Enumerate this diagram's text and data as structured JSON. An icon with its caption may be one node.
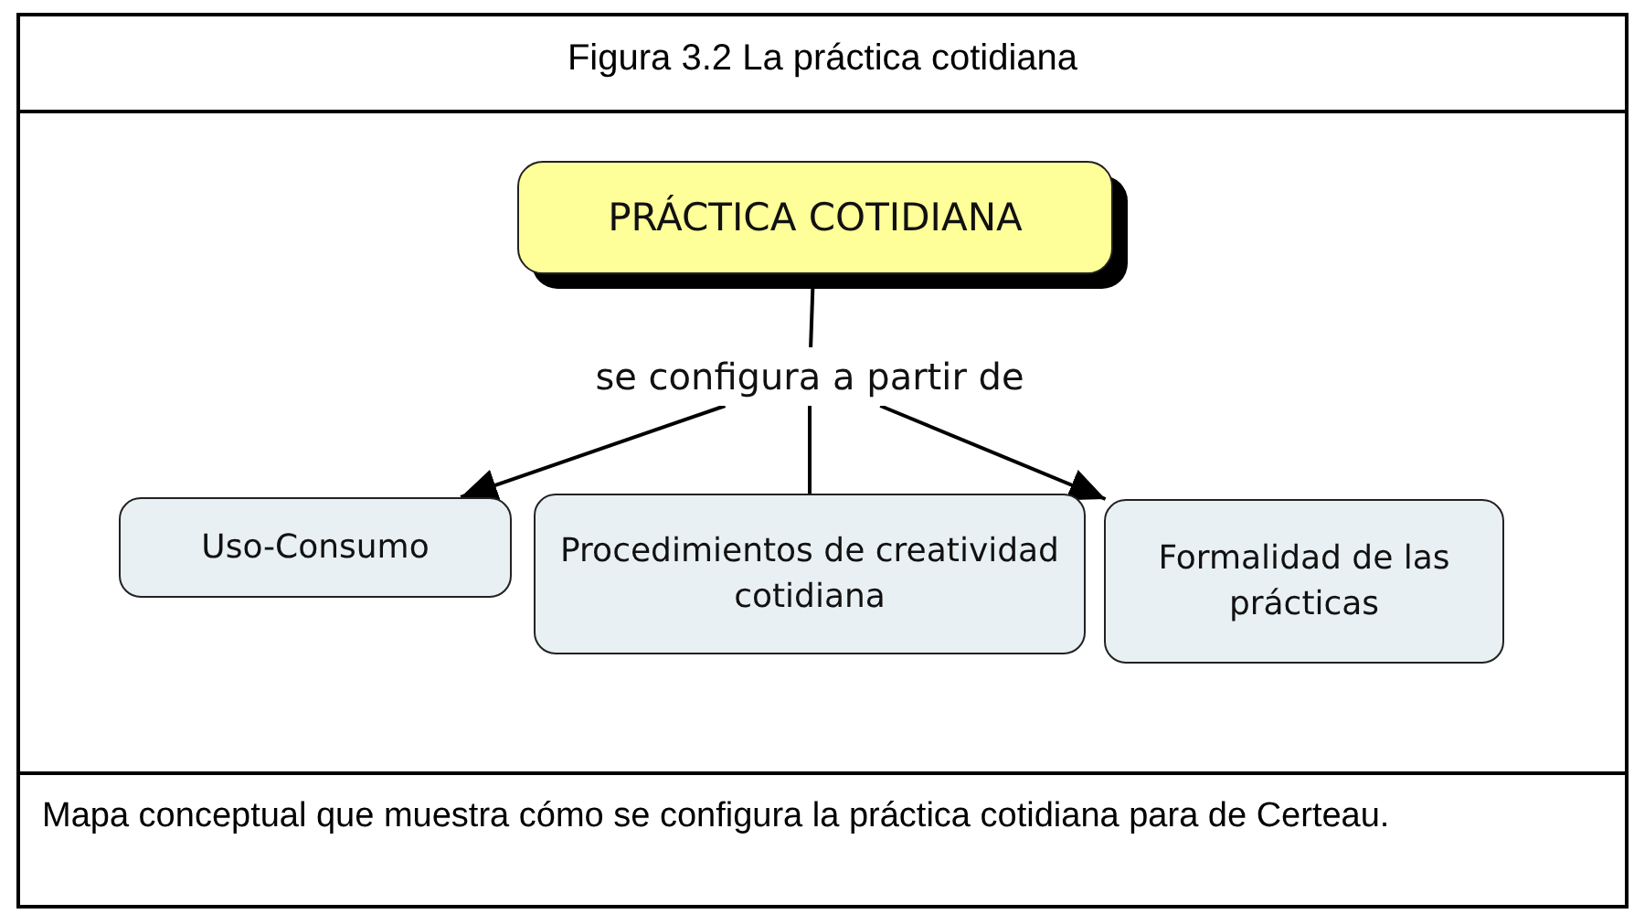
{
  "diagram": {
    "title": "Figura 3.2 La práctica cotidiana",
    "caption": "Mapa conceptual que muestra cómo se configura la práctica cotidiana para de Certeau.",
    "nodes": [
      {
        "text": [
          "PRÁCTICA COTIDIANA"
        ]
      },
      {
        "text": [
          "se configura a partir de"
        ]
      },
      {
        "text": [
          "Uso-Consumo"
        ]
      },
      {
        "text": [
          "Procedimientos de creatividad cotidiana"
        ]
      },
      {
        "text": [
          "Formalidad de las prácticas"
        ]
      }
    ],
    "edges": [
      {
        "from": 0,
        "to": 1,
        "arrow": "none"
      },
      {
        "from": 1,
        "to": 2,
        "arrow": "to"
      },
      {
        "from": 1,
        "to": 3,
        "arrow": "none"
      },
      {
        "from": 1,
        "to": 4,
        "arrow": "to"
      }
    ]
  }
}
